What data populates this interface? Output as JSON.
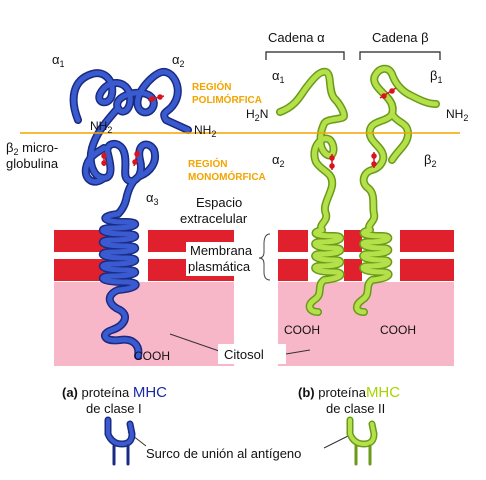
{
  "colors": {
    "class1_chain": "#3a5bd0",
    "class1_outline": "#1a2a80",
    "class2_chain": "#b4e04a",
    "class2_outline": "#6a9a1a",
    "membrane_red": "#e0202c",
    "cytosol_pink": "#f7b7c8",
    "boundary_line": "#f5a400",
    "disulfide": "#d8141e",
    "mhc_class1_text": "#1a2aa0",
    "mhc_class2_text": "#a8d400"
  },
  "labels": {
    "alpha1_left": "α",
    "alpha1_left_sub": "1",
    "alpha2_left": "α",
    "alpha2_left_sub": "2",
    "alpha3": "α",
    "alpha3_sub": "3",
    "nh2_left_a": "NH",
    "nh2_left_a_sub": "2",
    "nh2_left_b": "NH",
    "nh2_left_b_sub": "2",
    "b2_line1": "β",
    "b2_line1_sub": "2",
    "b2_line1_rest": " micro-",
    "b2_line2": "globulina",
    "region_poly_1": "REGIÓN",
    "region_poly_2": "POLIMÓRFICA",
    "region_mono_1": "REGIÓN",
    "region_mono_2": "MONOMÓRFICA",
    "espacio_1": "Espacio",
    "espacio_2": "extracelular",
    "membrana_1": "Membrana",
    "membrana_2": "plasmática",
    "citosol": "Citosol",
    "cooh_left": "COOH",
    "cadena_alpha": "Cadena α",
    "cadena_beta": "Cadena β",
    "alpha1_right": "α",
    "alpha1_right_sub": "1",
    "alpha2_right": "α",
    "alpha2_right_sub": "2",
    "beta1_right": "β",
    "beta1_right_sub": "1",
    "beta2_right": "β",
    "beta2_right_sub": "2",
    "h2n_right": "H",
    "h2n_right_sub": "2",
    "h2n_right_rest": "N",
    "nh2_right": "NH",
    "nh2_right_sub": "2",
    "cooh_right_a": "COOH",
    "cooh_right_b": "COOH",
    "caption_a_tag": "(a)",
    "caption_a_word": " proteína ",
    "caption_a_mhc": "MHC",
    "caption_a_line2": "de clase I",
    "caption_b_tag": "(b)",
    "caption_b_word": " proteína",
    "caption_b_mhc": "MHC",
    "caption_b_line2": "de clase II",
    "groove": "Surco de unión al antígeno"
  }
}
